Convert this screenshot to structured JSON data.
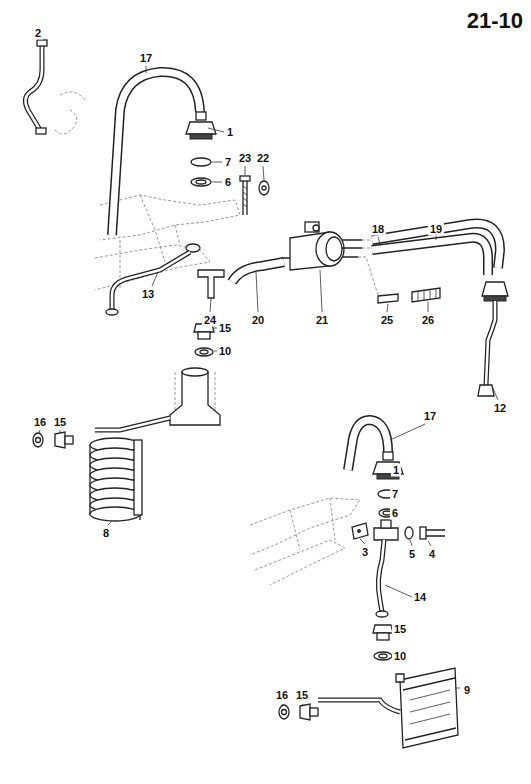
{
  "diagram": {
    "title": "21-10",
    "labels": [
      "2",
      "17",
      "1",
      "7",
      "6",
      "23",
      "22",
      "18",
      "19",
      "13",
      "24",
      "20",
      "21",
      "25",
      "26",
      "12",
      "15",
      "10",
      "16",
      "15",
      "8",
      "17",
      "1",
      "7",
      "6",
      "3",
      "5",
      "4",
      "14",
      "15",
      "10",
      "16",
      "15",
      "9"
    ]
  }
}
